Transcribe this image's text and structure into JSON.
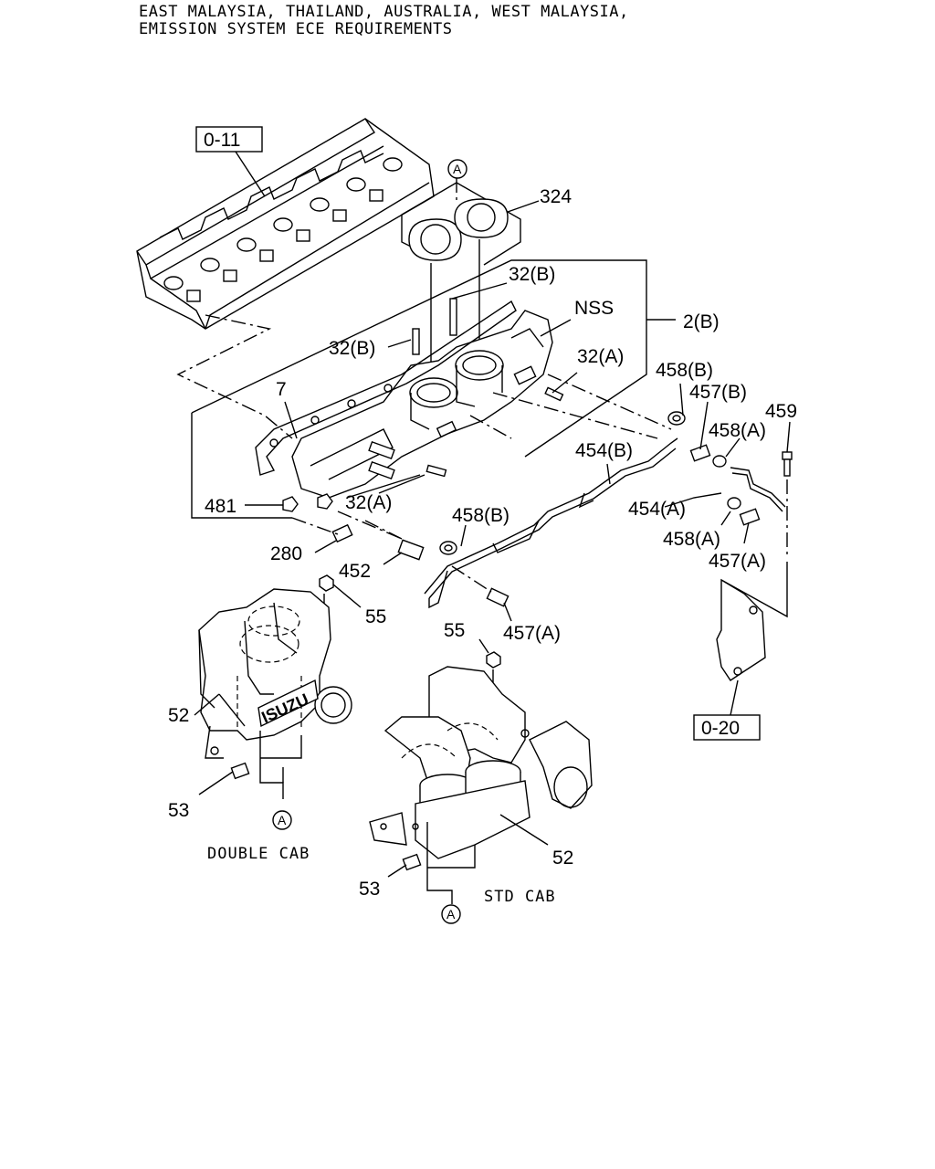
{
  "header": {
    "line1": "EAST MALAYSIA, THAILAND, AUSTRALIA, WEST MALAYSIA,",
    "line2": "EMISSION SYSTEM ECE REQUIREMENTS"
  },
  "refs": {
    "r011": "0-11",
    "r020": "0-20"
  },
  "circle_label": "A",
  "labels": {
    "p324": "324",
    "p32b_top": "32(B)",
    "pNSS": "NSS",
    "p2b": "2(B)",
    "p32b_left": "32(B)",
    "p32a_right": "32(A)",
    "p458b_top": "458(B)",
    "p457b": "457(B)",
    "p459": "459",
    "p7": "7",
    "p458a_top": "458(A)",
    "p454b": "454(B)",
    "p481": "481",
    "p32a_bottom": "32(A)",
    "p454a": "454(A)",
    "p458b_mid": "458(B)",
    "p458a_bottom": "458(A)",
    "p280": "280",
    "p452": "452",
    "p457a_right": "457(A)",
    "p55_left": "55",
    "p457a_mid": "457(A)",
    "p55_right": "55",
    "p52_left": "52",
    "p53_left": "53",
    "p52_right": "52",
    "p53_right": "53"
  },
  "cab_labels": {
    "double": "DOUBLE CAB",
    "std": "STD CAB"
  },
  "logo_text": "ISUZU"
}
